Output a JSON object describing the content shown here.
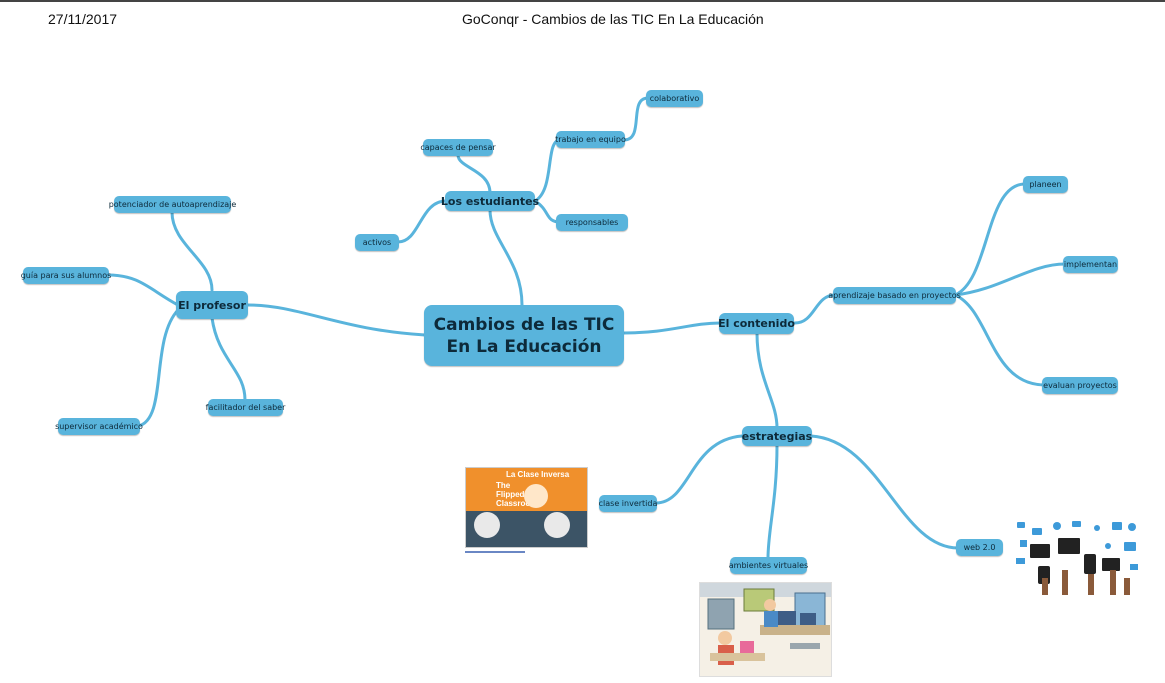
{
  "header": {
    "date": "27/11/2017",
    "title": "GoConqr - Cambios de las TIC En La Educación"
  },
  "colors": {
    "node": "#59b4dc",
    "link": "#59b4dc",
    "text": "#0d2a3a"
  },
  "mindmap": {
    "center": "Cambios de las TIC En La Educación",
    "profesor": {
      "label": "El profesor",
      "children": [
        "potenciador de autoaprendizaje",
        "guía para sus alumnos",
        "supervisor académico",
        "facilitador del saber"
      ]
    },
    "estudiantes": {
      "label": "Los estudiantes",
      "children": [
        "capaces de pensar",
        "activos",
        "trabajo en equipo",
        "colaborativo",
        "responsables"
      ]
    },
    "contenido": {
      "label": "El contenido",
      "children": [
        "aprendizaje basado en proyectos",
        "planeen",
        "implementan",
        "evaluan proyectos"
      ]
    },
    "estrategias": {
      "label": "estrategias",
      "children": [
        "clase invertida",
        "ambientes virtuales",
        "web 2.0"
      ]
    }
  },
  "images": {
    "flipped": {
      "title": "La Clase Inversa",
      "subtitle": "The\nFlipped\nClassroom"
    }
  }
}
